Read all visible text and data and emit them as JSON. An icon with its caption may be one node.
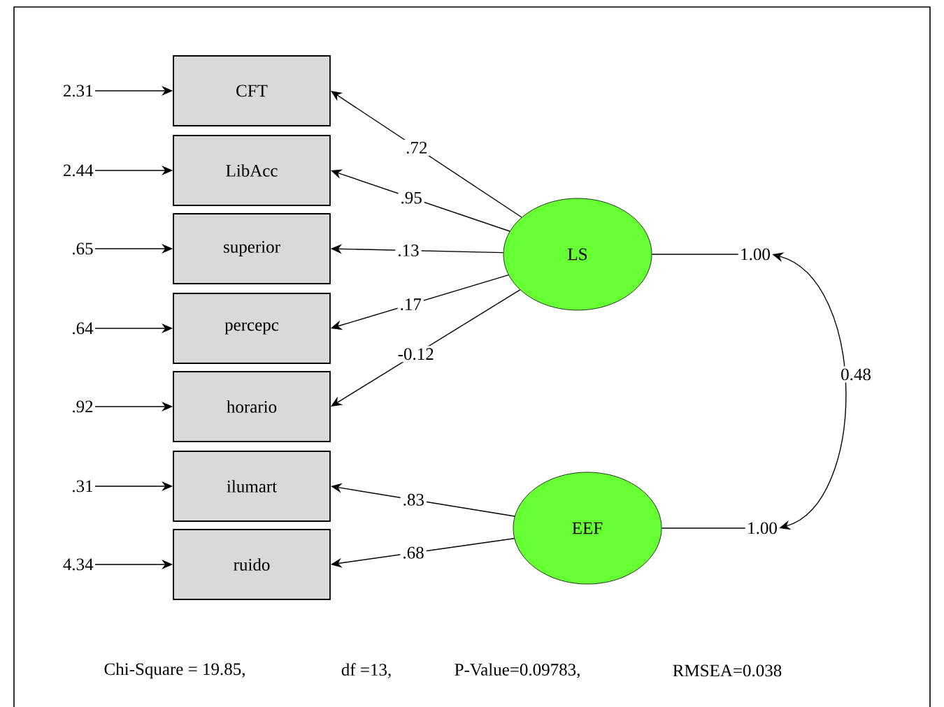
{
  "diagram": {
    "nodes": [
      {
        "text": [
          "CFT"
        ]
      },
      {
        "text": [
          "LibAcc"
        ]
      },
      {
        "text": [
          "superior"
        ]
      },
      {
        "text": [
          "percepc"
        ]
      },
      {
        "text": [
          "horario"
        ]
      },
      {
        "text": [
          "ilumart"
        ]
      },
      {
        "text": [
          "ruido"
        ]
      },
      {
        "text": [
          "2.31"
        ]
      },
      {
        "text": [
          "2.44"
        ]
      },
      {
        "text": [
          ".65"
        ]
      },
      {
        "text": [
          ".64"
        ]
      },
      {
        "text": [
          ".92"
        ]
      },
      {
        "text": [
          ".31"
        ]
      },
      {
        "text": [
          "4.34"
        ]
      },
      {
        "text": [
          "LS"
        ]
      },
      {
        "text": [
          "EEF"
        ]
      },
      {
        "text": [
          "1.00"
        ]
      },
      {
        "text": [
          "1.00"
        ]
      }
    ],
    "edges": [
      {
        "from": 7,
        "to": 0,
        "arrow": "to"
      },
      {
        "from": 8,
        "to": 1,
        "arrow": "to"
      },
      {
        "from": 9,
        "to": 2,
        "arrow": "to"
      },
      {
        "from": 10,
        "to": 3,
        "arrow": "to"
      },
      {
        "from": 11,
        "to": 4,
        "arrow": "to"
      },
      {
        "from": 12,
        "to": 5,
        "arrow": "to"
      },
      {
        "from": 13,
        "to": 6,
        "arrow": "to"
      },
      {
        "from": 14,
        "to": 0,
        "arrow": "to",
        "label": ".72"
      },
      {
        "from": 14,
        "to": 1,
        "arrow": "to",
        "label": ".95"
      },
      {
        "from": 14,
        "to": 2,
        "arrow": "to",
        "label": ".13"
      },
      {
        "from": 14,
        "to": 3,
        "arrow": "to",
        "label": ".17"
      },
      {
        "from": 14,
        "to": 4,
        "arrow": "to",
        "label": "-0.12"
      },
      {
        "from": 15,
        "to": 5,
        "arrow": "to",
        "label": ".83"
      },
      {
        "from": 15,
        "to": 6,
        "arrow": "to",
        "label": ".68"
      },
      {
        "from": 14,
        "to": 16,
        "arrow": "none"
      },
      {
        "from": 15,
        "to": 17,
        "arrow": "none"
      },
      {
        "from": 16,
        "to": 17,
        "arrow": "both",
        "label": "0.48"
      }
    ],
    "labels": [
      "Chi-Square = 19.85,",
      "df =13,",
      "P-Value=0.09783,",
      "RMSEA=0.038"
    ]
  }
}
